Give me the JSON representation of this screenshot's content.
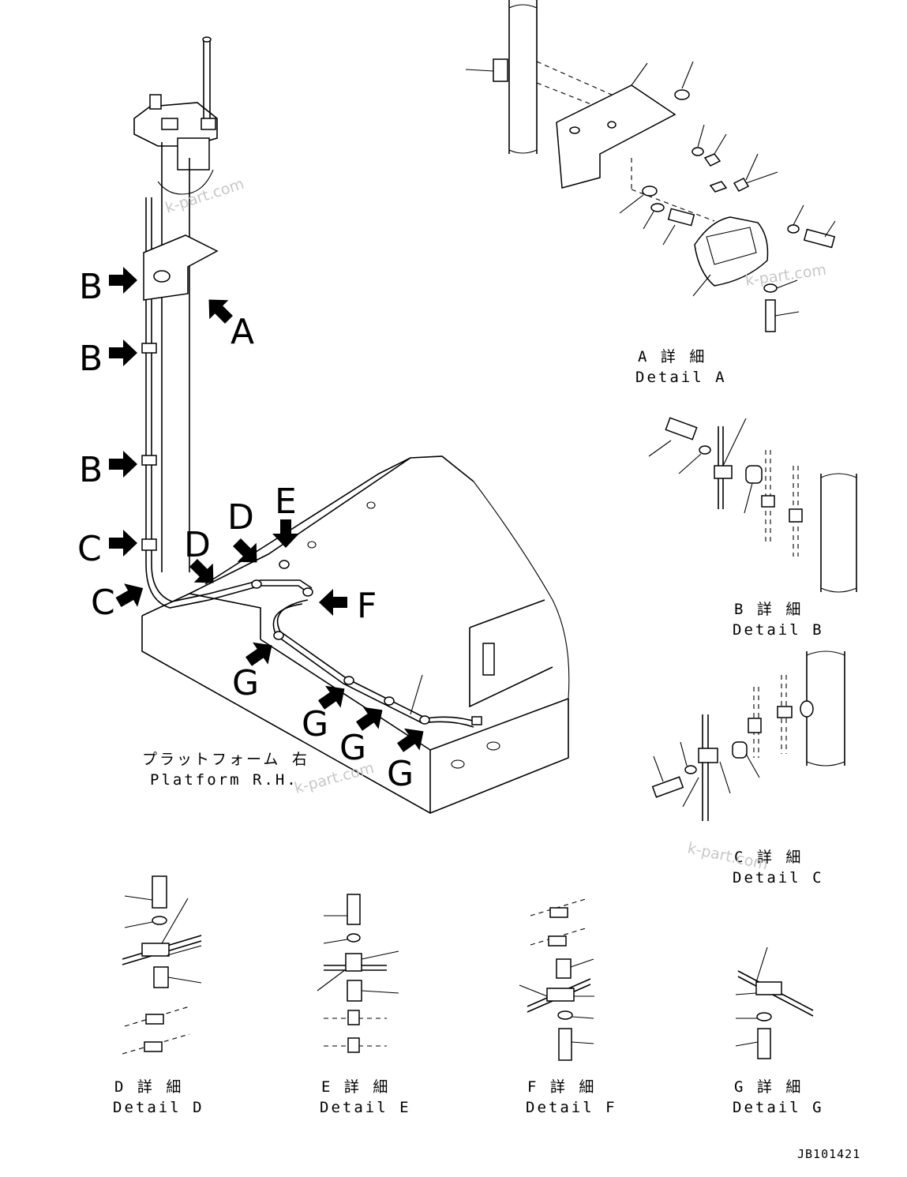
{
  "callouts": {
    "a": "A",
    "b": "B",
    "c": "C",
    "d": "D",
    "e": "E",
    "f": "F",
    "g": "G"
  },
  "captions": {
    "detail_a_jp": "A 詳 細",
    "detail_a_en": "Detail A",
    "detail_b_jp": "B 詳 細",
    "detail_b_en": "Detail B",
    "detail_c_jp": "C 詳 細",
    "detail_c_en": "Detail C",
    "detail_d_jp": "D 詳 細",
    "detail_d_en": "Detail D",
    "detail_e_jp": "E 詳 細",
    "detail_e_en": "Detail E",
    "detail_f_jp": "F 詳 細",
    "detail_f_en": "Detail F",
    "detail_g_jp": "G 詳 細",
    "detail_g_en": "Detail G",
    "platform_jp": "プラットフォーム 右",
    "platform_en": "Platform R.H."
  },
  "watermark": "k-part.com",
  "drawing_number": "JB101421",
  "icons": [
    "arrow-icon",
    "bolt-icon",
    "washer-icon",
    "clamp-icon",
    "spacer-icon",
    "lamp-icon"
  ]
}
